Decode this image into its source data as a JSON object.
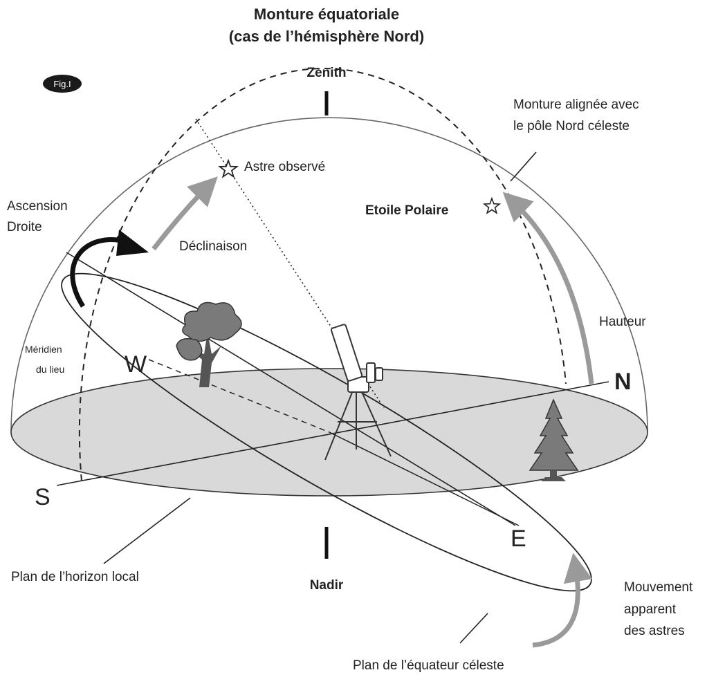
{
  "title": {
    "line1": "Monture équatoriale",
    "line2": "(cas de l’hémisphère Nord)"
  },
  "badge": "Fig.I",
  "labels": {
    "zenith": "Zenith",
    "nadir": "Nadir",
    "mount_aligned_line1": "Monture alignée avec",
    "mount_aligned_line2": "le pôle Nord céleste",
    "observed_star": "Astre observé",
    "polaris": "Etoile Polaire",
    "right_ascension_line1": "Ascension",
    "right_ascension_line2": "Droite",
    "declination": "Déclinaison",
    "altitude": "Hauteur",
    "meridian_line1": "Méridien",
    "meridian_line2": "du lieu",
    "horizon_plane": "Plan de l’horizon local",
    "equator_plane": "Plan de l’équateur céleste",
    "apparent_motion_line1": "Mouvement",
    "apparent_motion_line2": "apparent",
    "apparent_motion_line3": "des astres"
  },
  "cardinals": {
    "west": "W",
    "south": "S",
    "east": "E",
    "north": "N"
  },
  "colors": {
    "horizon_fill": "#d9d9d9",
    "line": "#333333",
    "gray_arrow": "#9a9a9a",
    "black_arrow": "#111111",
    "tree": "#7a7a7a"
  },
  "icons": [
    "star-icon",
    "tree-icon",
    "pine-tree-icon",
    "telescope-icon"
  ]
}
